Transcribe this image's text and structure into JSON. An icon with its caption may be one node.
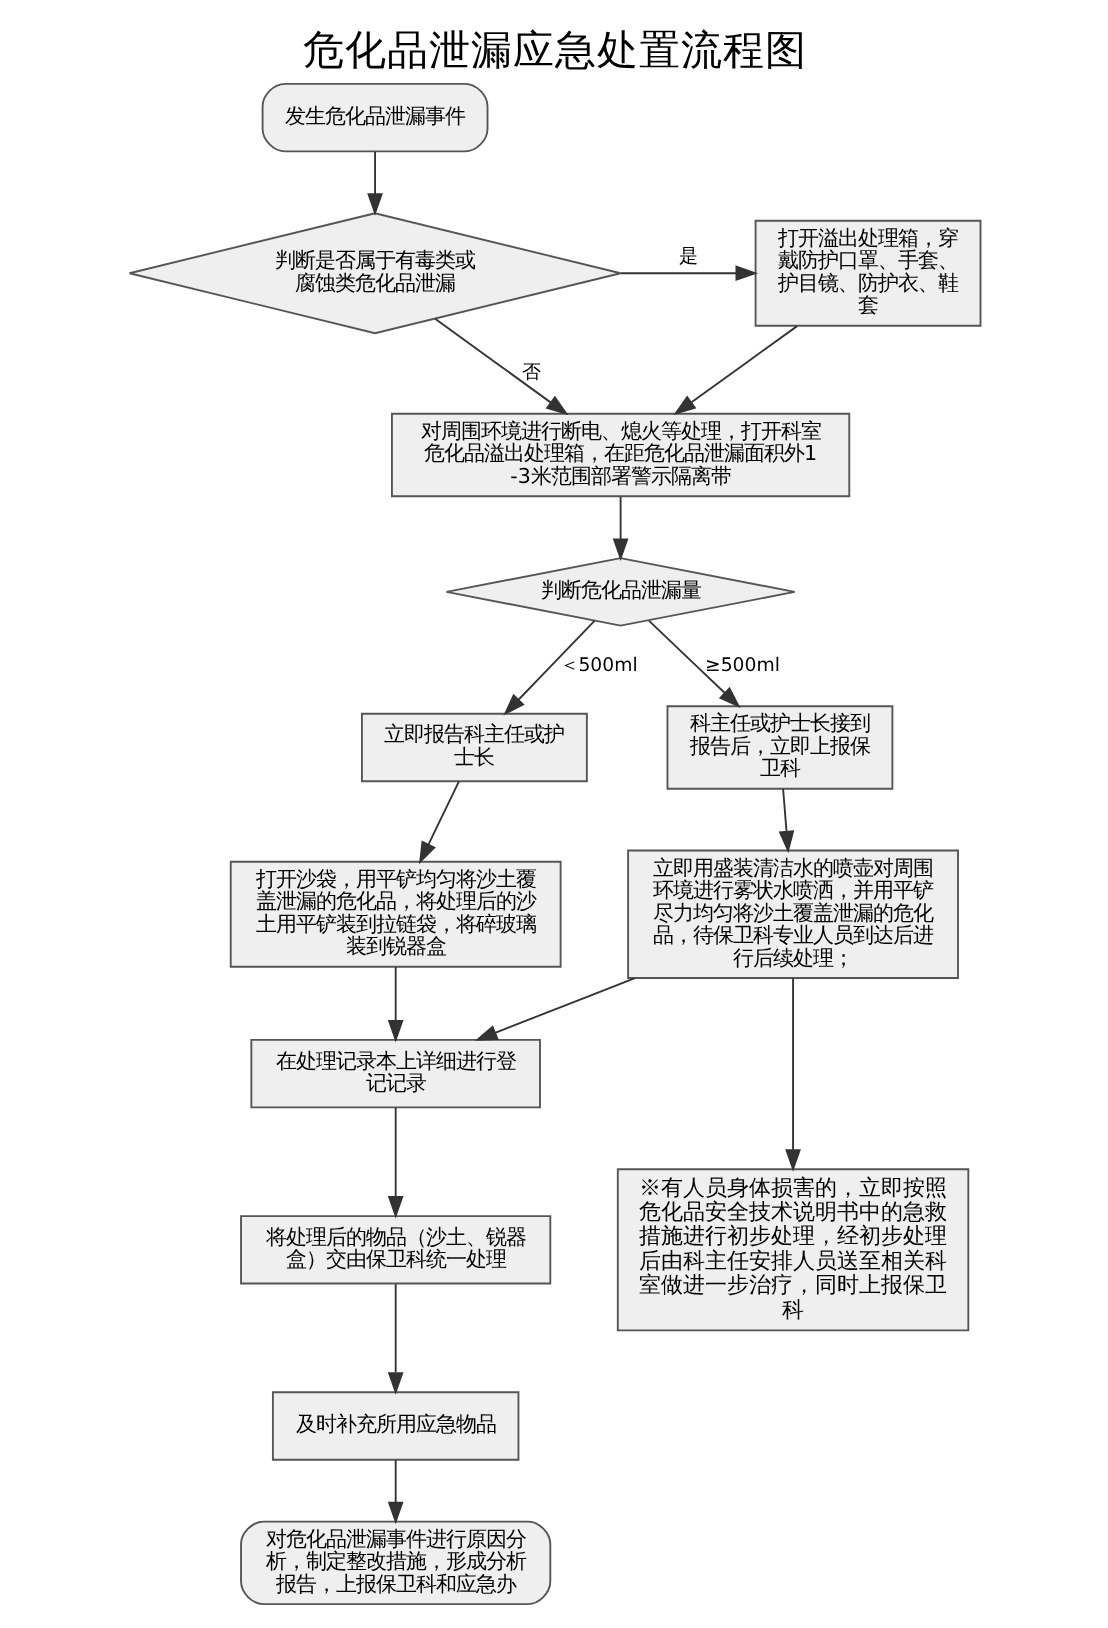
{
  "diagram": {
    "title": "危化品泄漏应急处置流程图",
    "nodes": [
      {
        "text": [
          "发生危化品泄漏事件"
        ]
      },
      {
        "text": [
          "判断是否属于有毒类或腐蚀类危化品泄漏"
        ]
      },
      {
        "text": [
          "打开溢出处理箱，穿戴防护口罩、手套、护目镜、防护衣、鞋套"
        ]
      },
      {
        "text": [
          "对周围环境进行断电、熄火等处理，打开科室危化品溢出处理箱，在距危化品泄漏面积外1-3米范围部署警示隔离带"
        ]
      },
      {
        "text": [
          "判断危化品泄漏量"
        ]
      },
      {
        "text": [
          "立即报告科主任或护士长"
        ]
      },
      {
        "text": [
          "科主任或护士长接到报告后，立即上报保卫科"
        ]
      },
      {
        "text": [
          "打开沙袋，用平铲均匀将沙土覆盖泄漏的危化品，将处理后的沙土用平铲装到拉链袋，将碎玻璃装到锐器盒"
        ]
      },
      {
        "text": [
          "立即用盛装清洁水的喷壶对周围环境进行雾状水喷洒，并用平铲尽力均匀将沙土覆盖泄漏的危化品，待保卫科专业人员到达后进行后续处理；"
        ]
      },
      {
        "text": [
          "在处理记录本上详细进行登记记录"
        ]
      },
      {
        "text": [
          "将处理后的物品（沙土、锐器盒）交由保卫科统一处理"
        ]
      },
      {
        "text": [
          "及时补充所用应急物品"
        ]
      },
      {
        "text": [
          "对危化品泄漏事件进行原因分析，制定整改措施，形成分析报告，上报保卫科和应急办"
        ]
      },
      {
        "text": [
          "※有人员身体损害的，立即按照危化品安全技术说明书中的急救措施进行初步处理，经初步处理后由科主任安排人员送至相关科室做进一步治疗，同时上报保卫科"
        ]
      }
    ],
    "edges": [
      {
        "from": 0,
        "to": 1,
        "arrow": "to"
      },
      {
        "from": 1,
        "to": 2,
        "arrow": "to",
        "label": "是"
      },
      {
        "from": 1,
        "to": 3,
        "arrow": "to",
        "label": "否"
      },
      {
        "from": 2,
        "to": 3,
        "arrow": "to"
      },
      {
        "from": 3,
        "to": 4,
        "arrow": "to"
      },
      {
        "from": 4,
        "to": 5,
        "arrow": "to",
        "label": "＜500ml"
      },
      {
        "from": 4,
        "to": 6,
        "arrow": "to",
        "label": "≥500ml"
      },
      {
        "from": 5,
        "to": 7,
        "arrow": "to"
      },
      {
        "from": 6,
        "to": 8,
        "arrow": "to"
      },
      {
        "from": 7,
        "to": 9,
        "arrow": "to"
      },
      {
        "from": 8,
        "to": 9,
        "arrow": "to"
      },
      {
        "from": 8,
        "to": 13,
        "arrow": "to"
      },
      {
        "from": 9,
        "to": 10,
        "arrow": "to"
      },
      {
        "from": 10,
        "to": 11,
        "arrow": "to"
      },
      {
        "from": 11,
        "to": 12,
        "arrow": "to"
      }
    ]
  }
}
